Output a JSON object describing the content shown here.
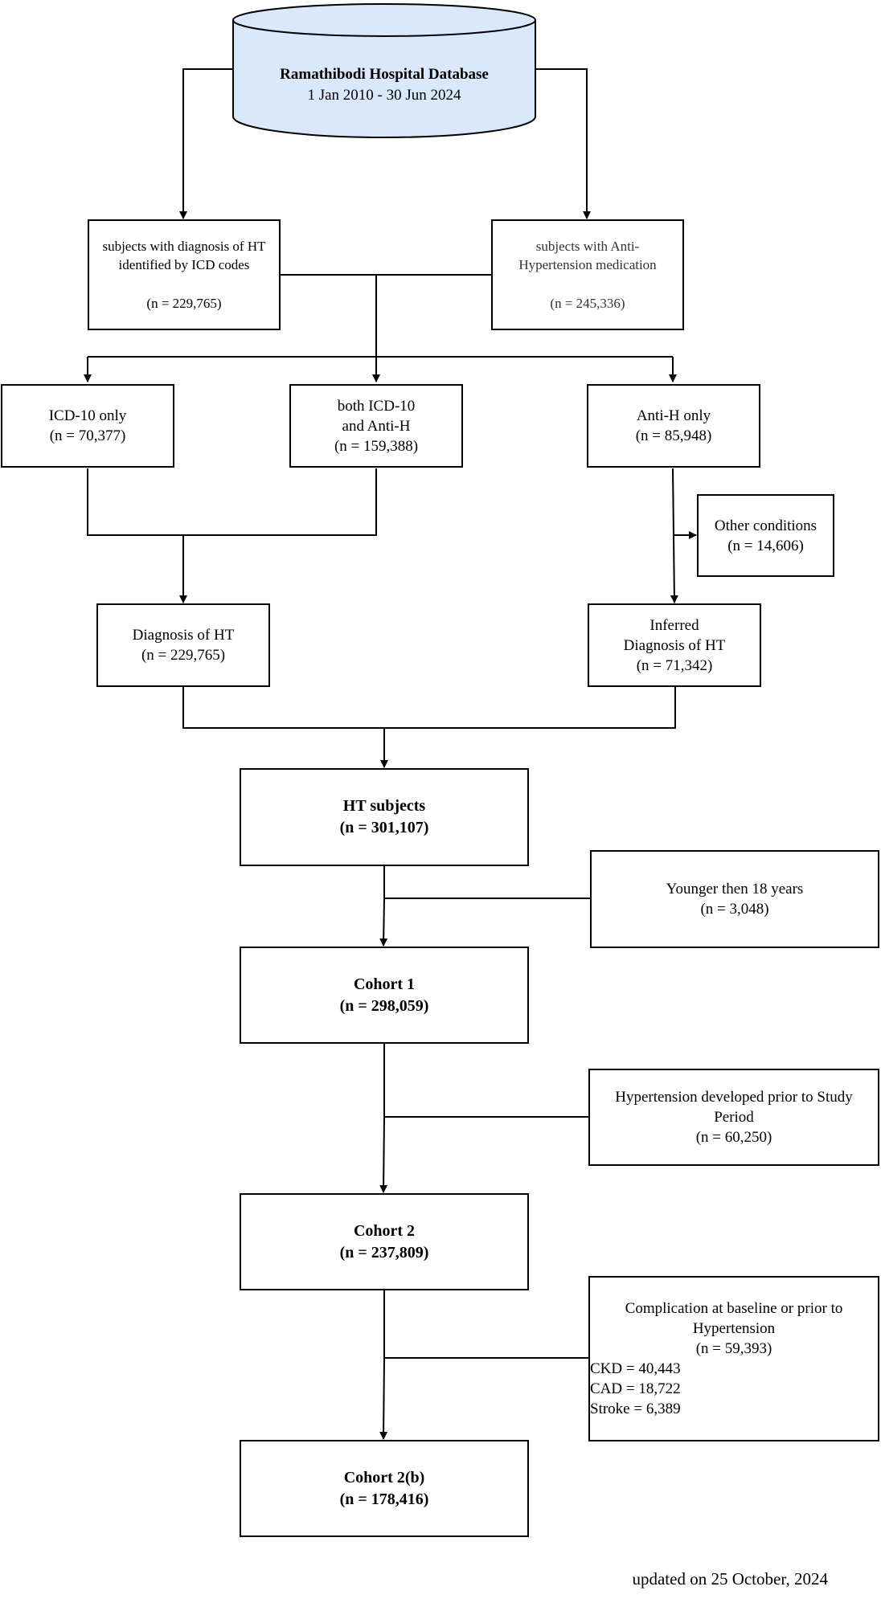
{
  "database": {
    "title": "Ramathibodi Hospital Database",
    "dates": "1 Jan 2010 - 30 Jun 2024",
    "fill": "#dae8fc"
  },
  "sources": {
    "icd": {
      "line1": "subjects with diagnosis of HT",
      "line2": "identified by ICD codes",
      "count": "(n = 229,765)"
    },
    "med": {
      "line1": "subjects with Anti-",
      "line2": "Hypertension medication",
      "count": "(n = 245,336)"
    }
  },
  "groups": {
    "icd_only": {
      "label": "ICD-10 only",
      "count": "(n = 70,377)"
    },
    "both": {
      "line1": "both ICD-10",
      "line2": "and Anti-H",
      "count": "(n = 159,388)"
    },
    "anti_only": {
      "label": "Anti-H only",
      "count": "(n = 85,948)"
    }
  },
  "other_conditions": {
    "label": "Other conditions",
    "count": "(n = 14,606)"
  },
  "diagnosis": {
    "label": "Diagnosis of HT",
    "count": "(n = 229,765)"
  },
  "inferred": {
    "line1": "Inferred",
    "line2": "Diagnosis of HT",
    "count": "(n = 71,342)"
  },
  "ht_subjects": {
    "label": "HT subjects",
    "count": "(n = 301,107)"
  },
  "exclusion_age": {
    "label": "Younger then 18 years",
    "count": "(n = 3,048)"
  },
  "cohort1": {
    "label": "Cohort 1",
    "count": "(n = 298,059)"
  },
  "exclusion_prior": {
    "line1": "Hypertension developed prior to Study",
    "line2": "Period",
    "count": "(n = 60,250)"
  },
  "cohort2": {
    "label": "Cohort 2",
    "count": "(n = 237,809)"
  },
  "exclusion_complication": {
    "line1": "Complication at baseline or prior to",
    "line2": "Hypertension",
    "count": "(n = 59,393)",
    "ckd": "CKD = 40,443",
    "cad": "CAD = 18,722",
    "stroke": "Stroke = 6,389"
  },
  "cohort2b": {
    "label": "Cohort 2(b)",
    "count": "(n = 178,416)"
  },
  "footer": "updated on 25 October, 2024"
}
